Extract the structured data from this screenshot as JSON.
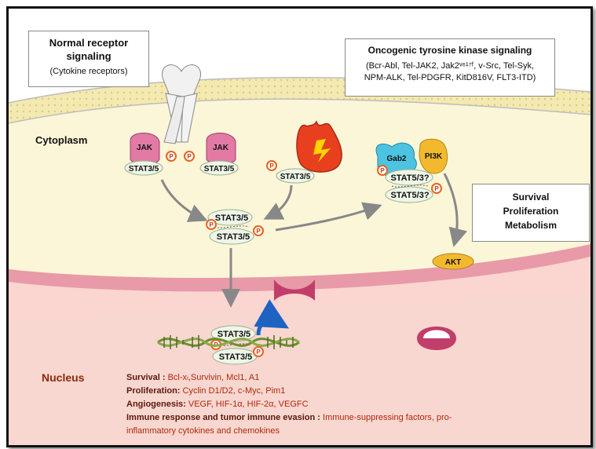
{
  "boxes": {
    "normal_title": "Normal receptor signaling",
    "normal_sub": "(Cytokine receptors)",
    "oncogenic_title": "Oncogenic tyrosine kinase signaling",
    "oncogenic_line1": "(Bcr-Abl, Tel-JAK2, Jak2ᵛ⁶¹⁷ᶠ, v-Src, Tel-Syk,",
    "oncogenic_line2": "NPM-ALK, Tel-PDGFR, KitD816V, FLT3-ITD)",
    "outcomes_1": "Survival",
    "outcomes_2": "Proliferation",
    "outcomes_3": "Metabolism"
  },
  "regions": {
    "cytoplasm": "Cytoplasm",
    "nucleus": "Nucleus"
  },
  "proteins": {
    "jak": "JAK",
    "stat35": "STAT3/5",
    "stat53q": "STAT5/3?",
    "gab2": "Gab2",
    "pi3k": "PI3K",
    "akt": "AKT",
    "p": "P"
  },
  "targets": [
    {
      "label": "Survival :",
      "value": "Bcl-xₗ,Survivin, Mcl1, A1"
    },
    {
      "label": "Proliferation:",
      "value": "Cyclin D1/D2, c-Myc, Pim1"
    },
    {
      "label": "Angiogenesis:",
      "value": "VEGF, HIF-1α, HIF-2α, VEGFC"
    },
    {
      "label": "Immune response and tumor immune evasion :",
      "value": "Immune-suppressing factors, pro-"
    },
    {
      "label": "",
      "value": "inflammatory cytokines and chemokines"
    }
  ],
  "colors": {
    "membrane": "#f4e9b0",
    "cytoplasm": "#fbf6d8",
    "nucleus": "#f2c4c4",
    "nuclear_envelope": "#e5869b",
    "jak": "#e37aa6",
    "gab2": "#4cc3e0",
    "pi3k": "#f3b92e",
    "akt": "#f3b92e",
    "phospho": "#e8641c",
    "target_labels": "#5a1a0a",
    "target_values": "#b0280c"
  }
}
